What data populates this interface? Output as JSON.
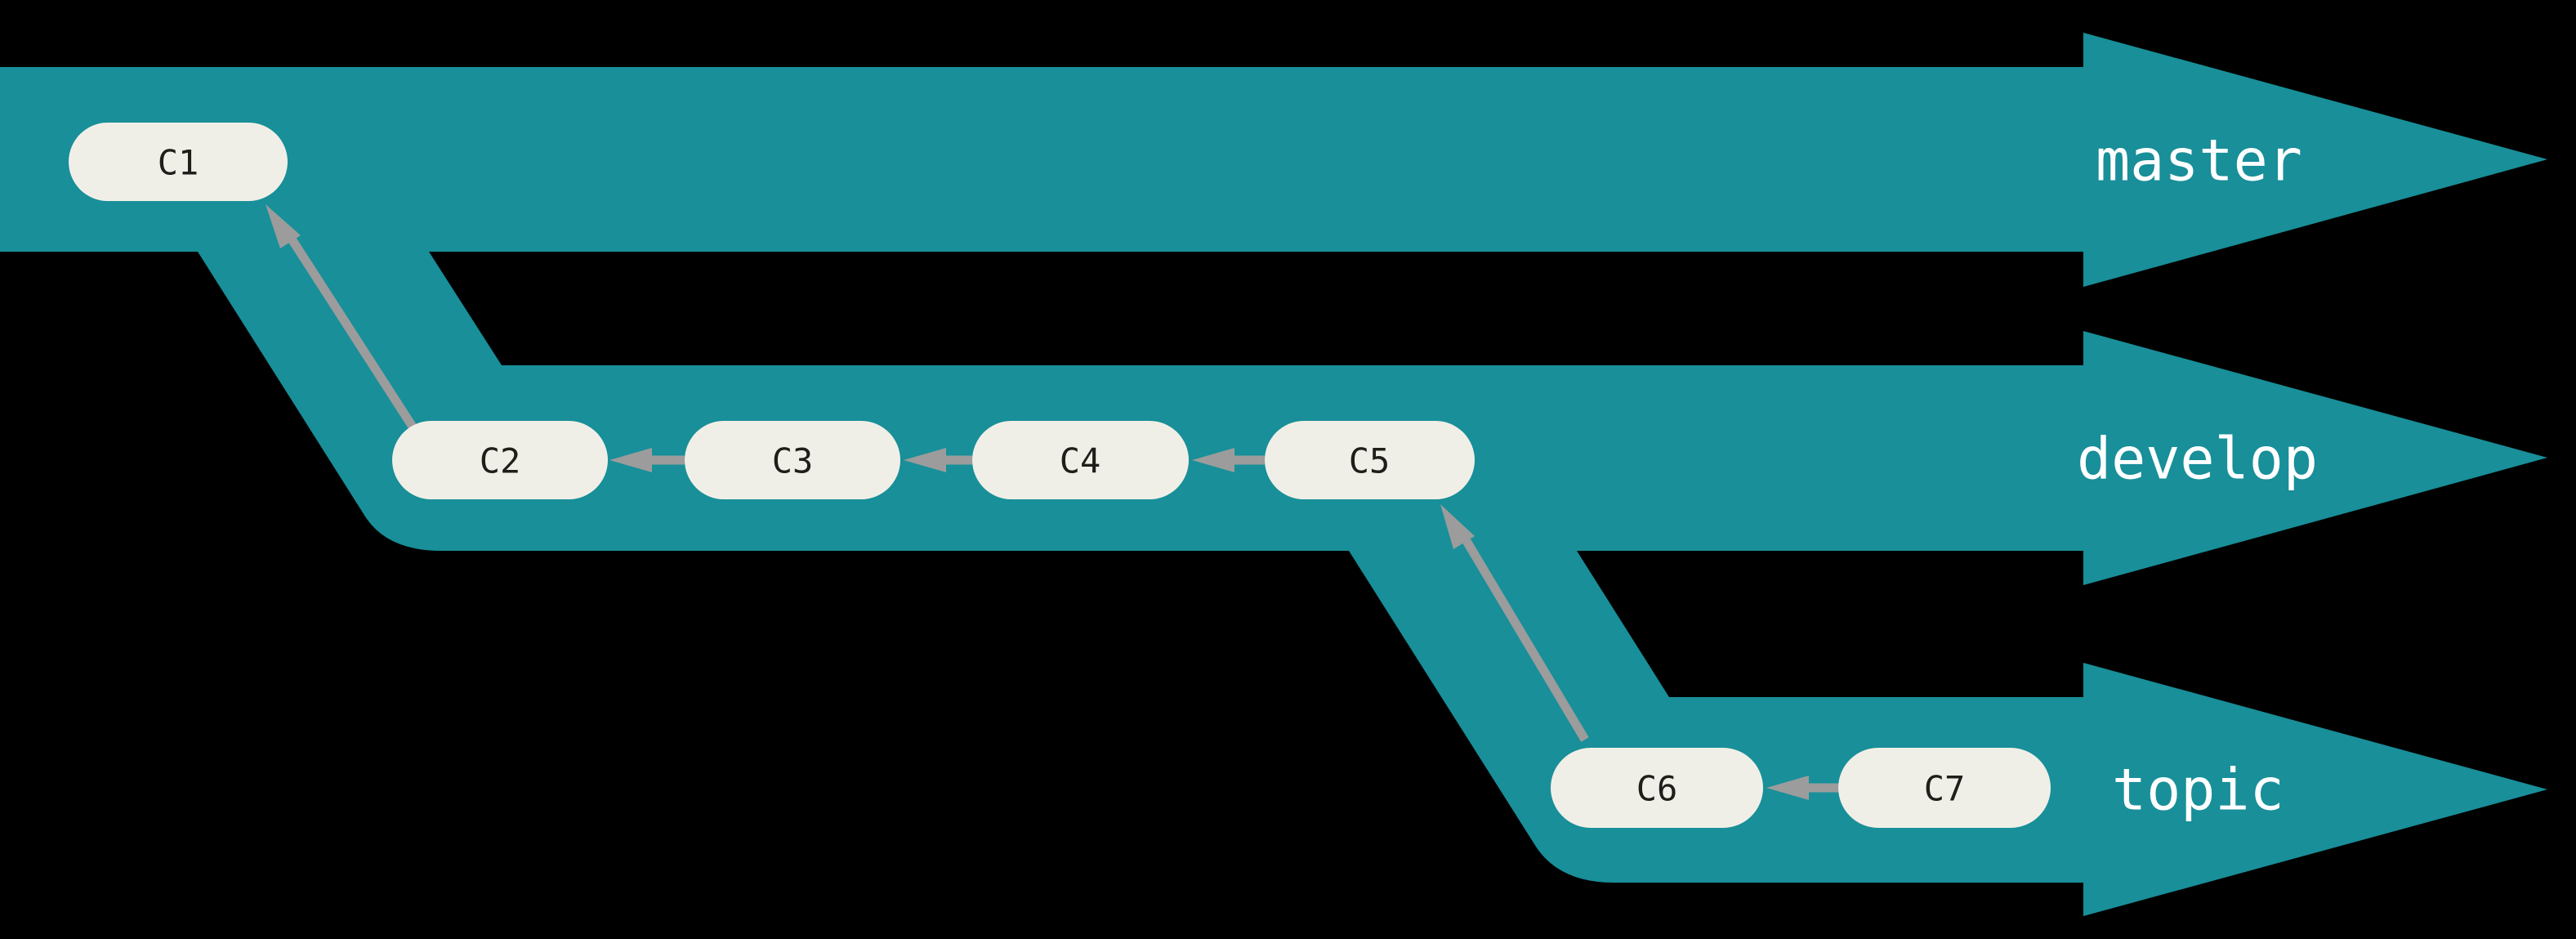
{
  "diagram": {
    "type": "git-branching-diagram",
    "background_color": "#000000",
    "colors": {
      "branch_band": "#188F99",
      "commit_node_fill": "#F0EFE7",
      "commit_node_text": "#201D1A",
      "arrow": "#9C9C9C",
      "branch_label_text": "#FFFFFF"
    },
    "branches": [
      {
        "name": "master",
        "commits": [
          "C1"
        ]
      },
      {
        "name": "develop",
        "commits": [
          "C2",
          "C3",
          "C4",
          "C5"
        ]
      },
      {
        "name": "topic",
        "commits": [
          "C6",
          "C7"
        ]
      }
    ],
    "edges": [
      {
        "from": "C2",
        "to": "C1"
      },
      {
        "from": "C3",
        "to": "C2"
      },
      {
        "from": "C4",
        "to": "C3"
      },
      {
        "from": "C5",
        "to": "C4"
      },
      {
        "from": "C6",
        "to": "C5"
      },
      {
        "from": "C7",
        "to": "C6"
      }
    ]
  }
}
